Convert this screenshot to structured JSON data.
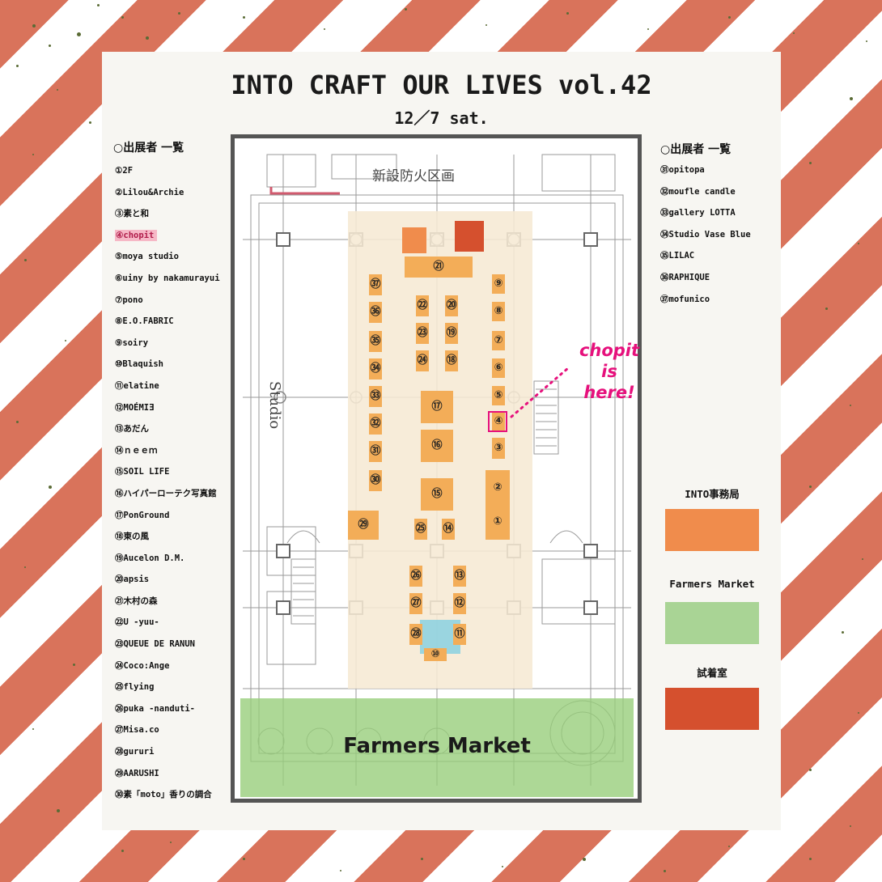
{
  "event": {
    "title": "INTO CRAFT OUR LIVES vol.42",
    "date": "12／7 sat."
  },
  "vendor_list": {
    "heading_left": "○出展者 一覧",
    "heading_right": "○出展者 一覧",
    "left": [
      "①2F",
      "②Lilou&Archie",
      "③素と和",
      "④chopit",
      "⑤moya studio",
      "⑥uiny by nakamurayui",
      "⑦pono",
      "⑧E.O.FABRIC",
      "⑨soiry",
      "⑩Blaquish",
      "⑪elatine",
      "⑫MOÉMIƎ",
      "⑬あだん",
      "⑭ｎｅｅｍ",
      "⑮SOIL LIFE",
      "⑯ハイパーローテク写真館",
      "⑰PonGround",
      "⑱東の風",
      "⑲Aucelon D.M.",
      "⑳apsis",
      "㉑木村の森",
      "㉒U -yuu-",
      "㉓QUEUE DE RANUN",
      "㉔Coco:Ange",
      "㉕flying",
      "㉖puka -nanduti-",
      "㉗Misa.co",
      "㉘gururi",
      "㉙AARUSHI",
      "㉚素「moto」香りの調合"
    ],
    "right": [
      "㉛opitopa",
      "㉜moufle candle",
      "㉝gallery LOTTA",
      "㉞Studio Vase Blue",
      "㉟LILAC",
      "㊱RAPHIQUE",
      "㊲mofunico"
    ],
    "highlighted": "④chopit"
  },
  "map": {
    "floor_label": "新設防火区画",
    "studio_label": "Studio",
    "farmers_market_label": "Farmers Market",
    "callout": [
      "chopit",
      "is",
      "here!"
    ],
    "booths": [
      "①",
      "②",
      "③",
      "④",
      "⑤",
      "⑥",
      "⑦",
      "⑧",
      "⑨",
      "⑩",
      "⑪",
      "⑫",
      "⑬",
      "⑭",
      "⑮",
      "⑯",
      "⑰",
      "⑱",
      "⑲",
      "⑳",
      "㉑",
      "㉒",
      "㉓",
      "㉔",
      "㉕",
      "㉖",
      "㉗",
      "㉘",
      "㉙",
      "㉚",
      "㉛",
      "㉜",
      "㉝",
      "㉞",
      "㉟",
      "㊱",
      "㊲"
    ]
  },
  "legend": {
    "items": [
      {
        "label": "INTO事務局",
        "color": "#f08c4c"
      },
      {
        "label": "Farmers Market",
        "color": "#a9d495"
      },
      {
        "label": "試着室",
        "color": "#d5502e"
      }
    ]
  },
  "colors": {
    "stripe": "#d9735b",
    "booth": "#f3ad58",
    "venue_area": "#f6e9d4",
    "highlight": "#e6107c",
    "fitting_area": "#8fd3e0"
  }
}
